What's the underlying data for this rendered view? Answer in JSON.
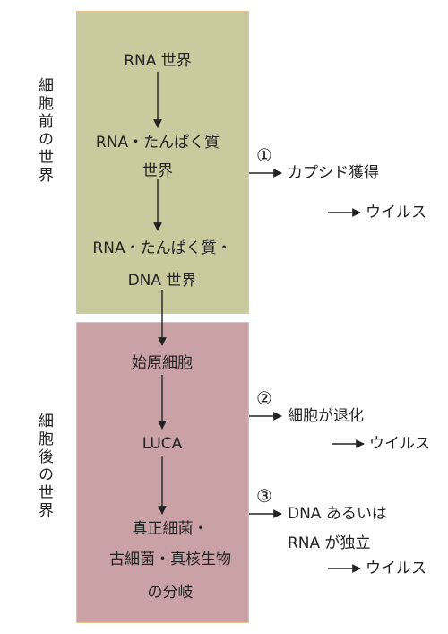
{
  "colors": {
    "pre_cell_box": "#c9cb9f",
    "post_cell_box": "#caa1a5",
    "box_border": "#f0c08a",
    "arrow": "#222222"
  },
  "side_labels": {
    "pre_cell": "細胞前の世界",
    "post_cell": "細胞後の世界"
  },
  "pre_cell_world": {
    "rna_world": "RNA 世界",
    "rna_protein_line1": "RNA・たんぱく質",
    "rna_protein_line2": "世界",
    "rna_protein_dna_line1": "RNA・たんぱく質・",
    "rna_protein_dna_line2": "DNA 世界"
  },
  "post_cell_world": {
    "primitive_cell": "始原細胞",
    "luca": "LUCA",
    "divergence_line1": "真正細菌・",
    "divergence_line2": "古細菌・真核生物",
    "divergence_line3": "の分岐"
  },
  "hypotheses": [
    {
      "marker": "①",
      "line1": "カプシド獲得",
      "line2": "",
      "result": "ウイルス"
    },
    {
      "marker": "②",
      "line1": "細胞が退化",
      "line2": "",
      "result": "ウイルス"
    },
    {
      "marker": "③",
      "line1": "DNA あるいは",
      "line2": "RNA が独立",
      "result": "ウイルス"
    }
  ]
}
